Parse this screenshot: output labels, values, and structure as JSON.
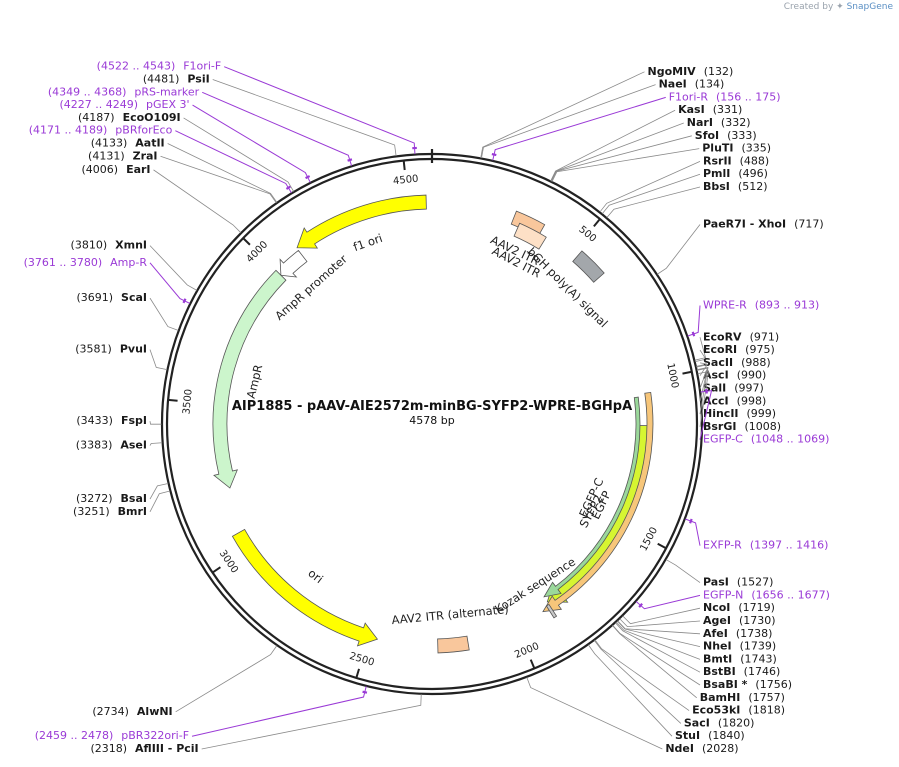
{
  "credit": {
    "prefix": "Created by",
    "brand": "SnapGene"
  },
  "plasmid": {
    "name": "AIP1885 - pAAV-AIE2572m-minBG-SYFP2-WPRE-BGHpA",
    "length_label": "4578 bp",
    "length": 4578
  },
  "ticks": [
    {
      "bp": 500,
      "label": "500"
    },
    {
      "bp": 1000,
      "label": "1000"
    },
    {
      "bp": 1500,
      "label": "1500"
    },
    {
      "bp": 2000,
      "label": "2000"
    },
    {
      "bp": 2500,
      "label": "2500"
    },
    {
      "bp": 3000,
      "label": "3000"
    },
    {
      "bp": 3500,
      "label": "3500"
    },
    {
      "bp": 4000,
      "label": "4000"
    },
    {
      "bp": 4500,
      "label": "4500"
    }
  ],
  "features": [
    {
      "name": "f1 ori",
      "start": 4102,
      "end": 4559,
      "dir": "ccw",
      "color": "#ffff00",
      "ring": 0
    },
    {
      "name": "AAV2 ITR",
      "start": 275,
      "end": 375,
      "dir": "none",
      "color": "#f9c79c",
      "ring": 0
    },
    {
      "name": "AAV2 ITR",
      "start": 300,
      "end": 400,
      "dir": "none",
      "color": "#fde0c6",
      "ring": 1
    },
    {
      "name": "bGH poly(A) signal",
      "start": 520,
      "end": 620,
      "dir": "none",
      "color": "#a3a7ab",
      "ring": 0
    },
    {
      "name": "SYFP2",
      "start": 1150,
      "end": 1870,
      "dir": "cw",
      "color": "#d6f531",
      "ring": 1
    },
    {
      "name": "EGFP-C",
      "start": 1050,
      "end": 1870,
      "dir": "cw",
      "color": "#9bd89b",
      "ring": 2
    },
    {
      "name": "EGFP",
      "start": 1040,
      "end": 1900,
      "dir": "cw",
      "color": "#f7c67a",
      "ring": 3
    },
    {
      "name": "Kozak sequence",
      "start": 1870,
      "end": 1880,
      "dir": "none",
      "color": "#c8c8c8",
      "ring": 0
    },
    {
      "name": "AAV2 ITR (alternate)",
      "start": 2170,
      "end": 2270,
      "dir": "none",
      "color": "#f9c79c",
      "ring": 0
    },
    {
      "name": "ori",
      "start": 2470,
      "end": 3060,
      "dir": "ccw",
      "color": "#ffff00",
      "ring": 0
    },
    {
      "name": "AmpR",
      "start": 3210,
      "end": 4000,
      "dir": "ccw",
      "color": "#ccf5cc",
      "ring": 1
    },
    {
      "name": "AmpR promoter",
      "start": 4000,
      "end": 4100,
      "dir": "ccw",
      "color": "#ffffff",
      "ring": 1
    }
  ],
  "sites": [
    {
      "name": "NgoMIV",
      "pos": "(132)",
      "kind": "enzyme",
      "bp": 132
    },
    {
      "name": "NaeI",
      "pos": "(134)",
      "kind": "enzyme",
      "bp": 134
    },
    {
      "name": "F1ori-R",
      "pos": "(156 .. 175)",
      "kind": "primer",
      "bp": 165
    },
    {
      "name": "KasI",
      "pos": "(331)",
      "kind": "enzyme",
      "bp": 331
    },
    {
      "name": "NarI",
      "pos": "(332)",
      "kind": "enzyme",
      "bp": 332
    },
    {
      "name": "SfoI",
      "pos": "(333)",
      "kind": "enzyme",
      "bp": 333
    },
    {
      "name": "PluTI",
      "pos": "(335)",
      "kind": "enzyme",
      "bp": 335
    },
    {
      "name": "RsrII",
      "pos": "(488)",
      "kind": "enzyme",
      "bp": 488
    },
    {
      "name": "PmlI",
      "pos": "(496)",
      "kind": "enzyme",
      "bp": 496
    },
    {
      "name": "BbsI",
      "pos": "(512)",
      "kind": "enzyme",
      "bp": 512
    },
    {
      "name": "PaeR7I - XhoI",
      "pos": "(717)",
      "kind": "enzyme",
      "bp": 717
    },
    {
      "name": "WPRE-R",
      "pos": "(893 .. 913)",
      "kind": "primer",
      "bp": 903
    },
    {
      "name": "EcoRV",
      "pos": "(971)",
      "kind": "enzyme",
      "bp": 971
    },
    {
      "name": "EcoRI",
      "pos": "(975)",
      "kind": "enzyme",
      "bp": 975
    },
    {
      "name": "SacII",
      "pos": "(988)",
      "kind": "enzyme",
      "bp": 988
    },
    {
      "name": "AscI",
      "pos": "(990)",
      "kind": "enzyme",
      "bp": 990
    },
    {
      "name": "SalI",
      "pos": "(997)",
      "kind": "enzyme",
      "bp": 997
    },
    {
      "name": "AccI",
      "pos": "(998)",
      "kind": "enzyme",
      "bp": 998
    },
    {
      "name": "HincII",
      "pos": "(999)",
      "kind": "enzyme",
      "bp": 999
    },
    {
      "name": "BsrGI",
      "pos": "(1008)",
      "kind": "enzyme",
      "bp": 1008
    },
    {
      "name": "EGFP-C",
      "pos": "(1048 .. 1069)",
      "kind": "primer",
      "bp": 1058
    },
    {
      "name": "EXFP-R",
      "pos": "(1397 .. 1416)",
      "kind": "primer",
      "bp": 1406
    },
    {
      "name": "PasI",
      "pos": "(1527)",
      "kind": "enzyme",
      "bp": 1527
    },
    {
      "name": "EGFP-N",
      "pos": "(1656 .. 1677)",
      "kind": "primer",
      "bp": 1666
    },
    {
      "name": "NcoI",
      "pos": "(1719)",
      "kind": "enzyme",
      "bp": 1719
    },
    {
      "name": "AgeI",
      "pos": "(1730)",
      "kind": "enzyme",
      "bp": 1730
    },
    {
      "name": "AfeI",
      "pos": "(1738)",
      "kind": "enzyme",
      "bp": 1738
    },
    {
      "name": "NheI",
      "pos": "(1739)",
      "kind": "enzyme",
      "bp": 1739
    },
    {
      "name": "BmtI",
      "pos": "(1743)",
      "kind": "enzyme",
      "bp": 1743
    },
    {
      "name": "BstBI",
      "pos": "(1746)",
      "kind": "enzyme",
      "bp": 1746
    },
    {
      "name": "BsaBI *",
      "pos": "(1756)",
      "kind": "enzyme",
      "bp": 1756
    },
    {
      "name": "BamHI",
      "pos": "(1757)",
      "kind": "enzyme",
      "bp": 1757
    },
    {
      "name": "Eco53kI",
      "pos": "(1818)",
      "kind": "enzyme",
      "bp": 1818
    },
    {
      "name": "SacI",
      "pos": "(1820)",
      "kind": "enzyme",
      "bp": 1820
    },
    {
      "name": "StuI",
      "pos": "(1840)",
      "kind": "enzyme",
      "bp": 1840
    },
    {
      "name": "NdeI",
      "pos": "(2028)",
      "kind": "enzyme",
      "bp": 2028
    },
    {
      "name": "AflIII - PciI",
      "pos": "(2318)",
      "kind": "enzyme",
      "bp": 2318
    },
    {
      "name": "pBR322ori-F",
      "pos": "(2459 .. 2478)",
      "kind": "primer",
      "bp": 2468
    },
    {
      "name": "AlwNI",
      "pos": "(2734)",
      "kind": "enzyme",
      "bp": 2734
    },
    {
      "name": "BmrI",
      "pos": "(3251)",
      "kind": "enzyme",
      "bp": 3251
    },
    {
      "name": "BsaI",
      "pos": "(3272)",
      "kind": "enzyme",
      "bp": 3272
    },
    {
      "name": "AseI",
      "pos": "(3383)",
      "kind": "enzyme",
      "bp": 3383
    },
    {
      "name": "FspI",
      "pos": "(3433)",
      "kind": "enzyme",
      "bp": 3433
    },
    {
      "name": "PvuI",
      "pos": "(3581)",
      "kind": "enzyme",
      "bp": 3581
    },
    {
      "name": "ScaI",
      "pos": "(3691)",
      "kind": "enzyme",
      "bp": 3691
    },
    {
      "name": "Amp-R",
      "pos": "(3761 .. 3780)",
      "kind": "primer",
      "bp": 3770
    },
    {
      "name": "XmnI",
      "pos": "(3810)",
      "kind": "enzyme",
      "bp": 3810
    },
    {
      "name": "EarI",
      "pos": "(4006)",
      "kind": "enzyme",
      "bp": 4006
    },
    {
      "name": "ZraI",
      "pos": "(4131)",
      "kind": "enzyme",
      "bp": 4131
    },
    {
      "name": "AatII",
      "pos": "(4133)",
      "kind": "enzyme",
      "bp": 4133
    },
    {
      "name": "pBRforEco",
      "pos": "(4171 .. 4189)",
      "kind": "primer",
      "bp": 4180
    },
    {
      "name": "EcoO109I",
      "pos": "(4187)",
      "kind": "enzyme",
      "bp": 4187
    },
    {
      "name": "pGEX 3'",
      "pos": "(4227 .. 4249)",
      "kind": "primer",
      "bp": 4238
    },
    {
      "name": "pRS-marker",
      "pos": "(4349 .. 4368)",
      "kind": "primer",
      "bp": 4358
    },
    {
      "name": "PsiI",
      "pos": "(4481)",
      "kind": "enzyme",
      "bp": 4481
    },
    {
      "name": "F1ori-F",
      "pos": "(4522 .. 4543)",
      "kind": "primer",
      "bp": 4532
    }
  ]
}
